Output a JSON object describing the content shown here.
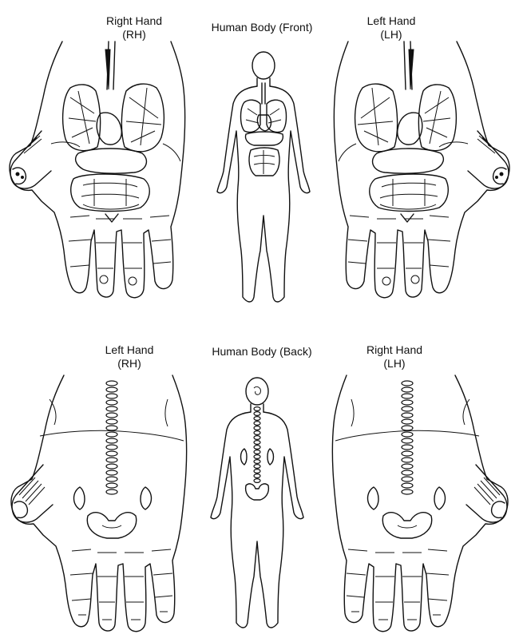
{
  "labels": {
    "top_left": {
      "line1": "Right Hand",
      "line2": "(RH)"
    },
    "top_center": {
      "line1": "Human Body (Front)"
    },
    "top_right": {
      "line1": "Left Hand",
      "line2": "(LH)"
    },
    "bottom_left": {
      "line1": "Left Hand",
      "line2": "(RH)"
    },
    "bottom_center": {
      "line1": "Human Body (Back)"
    },
    "bottom_right": {
      "line1": "Right Hand",
      "line2": "(LH)"
    }
  }
}
